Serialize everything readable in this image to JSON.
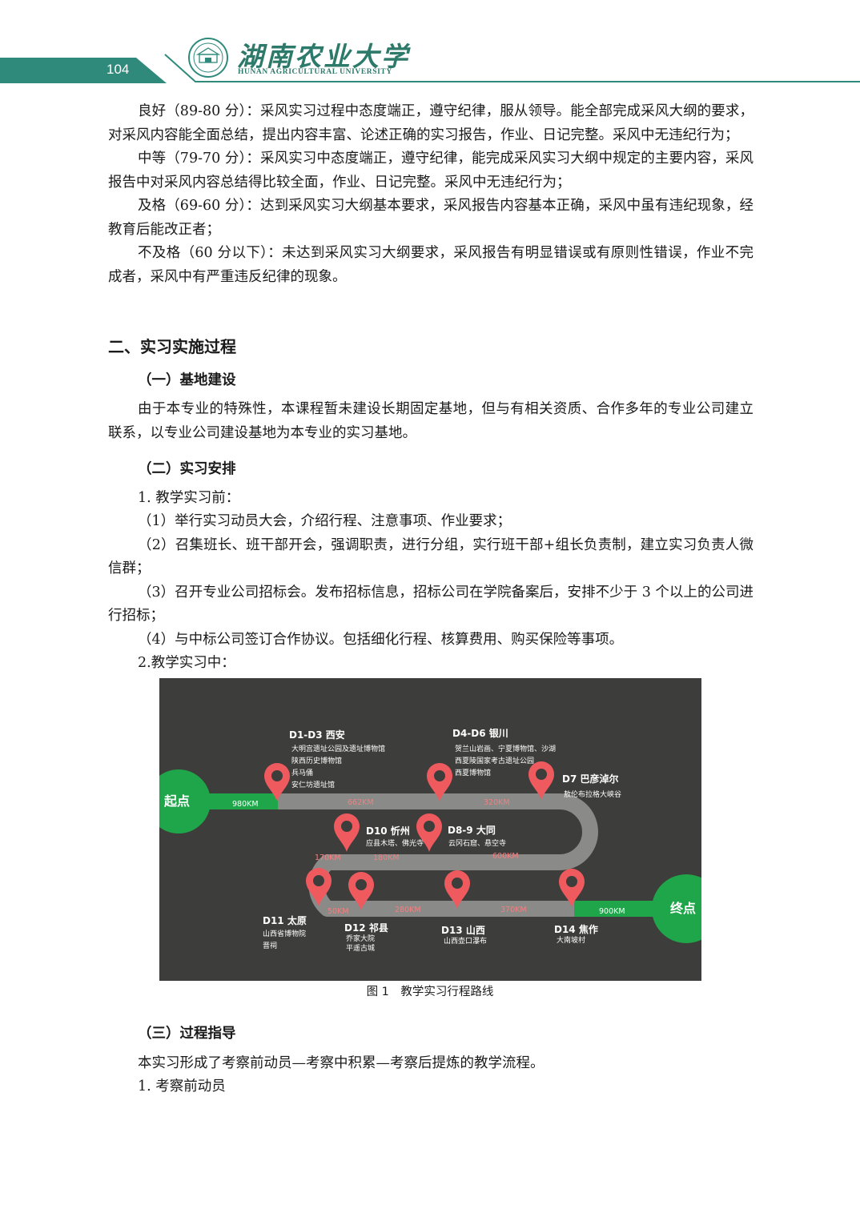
{
  "header": {
    "page_number": "104",
    "university_cn": "湖南农业大学",
    "university_en": "HUNAN AGRICULTURAL UNIVERSITY"
  },
  "grading": [
    "良好（89-80 分）：采风实习过程中态度端正，遵守纪律，服从领导。能全部完成采风大纲的要求，对采风内容能全面总结，提出内容丰富、论述正确的实习报告，作业、日记完整。采风中无违纪行为；",
    "中等（79-70 分）：采风实习中态度端正，遵守纪律，能完成采风实习大纲中规定的主要内容，采风报告中对采风内容总结得比较全面，作业、日记完整。采风中无违纪行为；",
    "及格（69-60 分）：达到采风实习大纲基本要求，采风报告内容基本正确，采风中虽有违纪现象，经教育后能改正者；",
    "不及格（60 分以下）：未达到采风实习大纲要求，采风报告有明显错误或有原则性错误，作业不完成者，采风中有严重违反纪律的现象。"
  ],
  "section2": {
    "title": "二、实习实施过程",
    "sub1_title": "（一）基地建设",
    "sub1_text": "由于本专业的特殊性，本课程暂未建设长期固定基地，但与有相关资质、合作多年的专业公司建立联系，以专业公司建设基地为本专业的实习基地。",
    "sub2_title": "（二）实习安排",
    "before_title": "1. 教学实习前：",
    "before_items": [
      "（1）举行实习动员大会，介绍行程、注意事项、作业要求；",
      "（2）召集班长、班干部开会，强调职责，进行分组，实行班干部+组长负责制，建立实习负责人微信群；",
      "（3）召开专业公司招标会。发布招标信息，招标公司在学院备案后，安排不少于 3 个以上的公司进行招标；",
      "（4）与中标公司签订合作协议。包括细化行程、核算费用、购买保险等事项。"
    ],
    "during_title": "2.教学实习中：",
    "figure_caption": "图 1　教学实习行程路线",
    "sub3_title": "（三）过程指导",
    "sub3_text": "本实习形成了考察前动员—考察中积累—考察后提炼的教学流程。",
    "step1": "1. 考察前动员"
  },
  "route_map": {
    "start": "起点",
    "end": "终点",
    "colors": {
      "background": "#3d3d3b",
      "road": "#8a8a88",
      "green": "#1fa64a",
      "pin": "#ef5a5f",
      "distance": "#f08080"
    },
    "stops": [
      {
        "title": "D1-D3 西安",
        "details": [
          "大明宫遗址公园及遗址博物馆",
          "陕西历史博物馆",
          "兵马俑",
          "安仁坊遗址馆"
        ]
      },
      {
        "title": "D4-D6 银川",
        "details": [
          "贺兰山岩画、宁夏博物馆、沙湖",
          "西夏陵国家考古遗址公园",
          "西夏博物馆"
        ]
      },
      {
        "title": "D7 巴彦淖尔",
        "details": [
          "敖伦布拉格大峡谷"
        ]
      },
      {
        "title": "D8-9 大同",
        "details": [
          "云冈石窟、悬空寺"
        ]
      },
      {
        "title": "D10 忻州",
        "details": [
          "应县木塔、佛光寺"
        ]
      },
      {
        "title": "D11 太原",
        "details": [
          "山西省博物院",
          "晋祠"
        ]
      },
      {
        "title": "D12 祁县",
        "details": [
          "乔家大院",
          "平遥古城"
        ]
      },
      {
        "title": "D13 山西",
        "details": [
          "山西壶口瀑布"
        ]
      },
      {
        "title": "D14 焦作",
        "details": [
          "大南坡村"
        ]
      }
    ],
    "distances": [
      "980KM",
      "662KM",
      "320KM",
      "600KM",
      "180KM",
      "170KM",
      "50KM",
      "280KM",
      "370KM",
      "900KM"
    ]
  }
}
